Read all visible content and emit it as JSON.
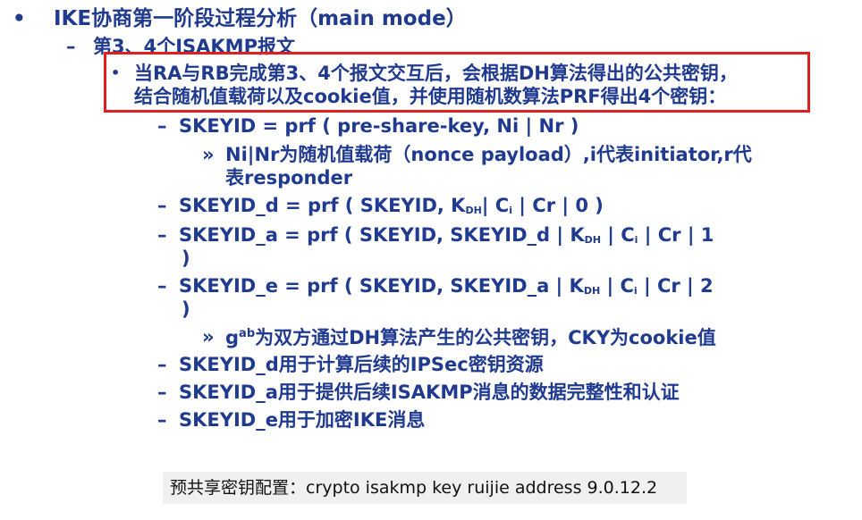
{
  "bullets": {
    "l1": "•",
    "l2": "–",
    "l3": "•",
    "l4": "–",
    "l5": "»"
  },
  "l1": {
    "text": "IKE协商第一阶段过程分析（main mode）"
  },
  "l2": {
    "text": "第3、4个ISAKMP报文"
  },
  "l3": {
    "line1": "当RA与RB完成第3、4个报文交互后，会根据DH算法得出的公共密钥，",
    "line2": "结合随机值载荷以及cookie值，并使用随机数算法PRF得出4个密钥："
  },
  "skeyid": {
    "text": "SKEYID = prf ( pre-share-key, Ni | Nr )"
  },
  "nonce": {
    "line1": "Ni|Nr为随机值载荷（nonce payload）,i代表initiator,r代",
    "line2": "表responder"
  },
  "skeyid_d": {
    "a": "SKEYID_d = prf ( SKEYID, K",
    "sub1": "DH",
    "b": "| C",
    "sub2": "i",
    "c": " | Cr | 0 )"
  },
  "skeyid_a": {
    "a": "SKEYID_a = prf ( SKEYID, SKEYID_d | K",
    "sub1": "DH",
    "b": " | C",
    "sub2": "i",
    "c": " | Cr | 1",
    "cont": ")"
  },
  "skeyid_e": {
    "a": "SKEYID_e = prf ( SKEYID, SKEYID_a | K",
    "sub1": "DH",
    "b": " |  C",
    "sub2": "i",
    "c": "  | Cr | 2",
    "cont": ")"
  },
  "gab": {
    "g": "g",
    "sup": "ab",
    "rest": "为双方通过DH算法产生的公共密钥，CKY为cookie值"
  },
  "use_d": {
    "text": "SKEYID_d用于计算后续的IPSec密钥资源"
  },
  "use_a": {
    "text": "SKEYID_a用于提供后续ISAKMP消息的数据完整性和认证"
  },
  "use_e": {
    "text": "SKEYID_e用于加密IKE消息"
  },
  "note": {
    "text": "预共享密钥配置：crypto isakmp key ruijie address 9.0.12.2"
  },
  "colors": {
    "text": "#1f3a8f",
    "highlight_border": "#e02020",
    "note_bg": "#f0f0f0"
  }
}
